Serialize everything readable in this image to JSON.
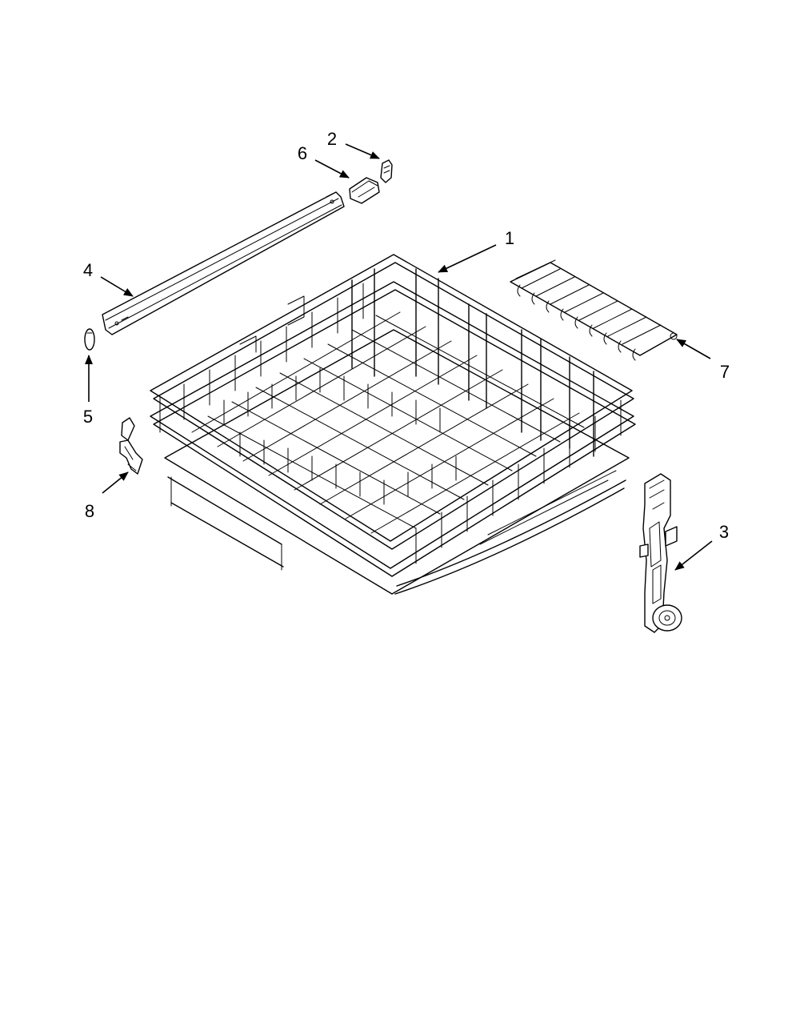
{
  "diagram": {
    "background": "#ffffff",
    "line_color": "#000000",
    "callouts": [
      {
        "id": "1",
        "label": "1",
        "part": "upper-dishrack"
      },
      {
        "id": "2",
        "label": "2",
        "part": "end-clip"
      },
      {
        "id": "3",
        "label": "3",
        "part": "rack-adjuster"
      },
      {
        "id": "4",
        "label": "4",
        "part": "rack-track-rail"
      },
      {
        "id": "5",
        "label": "5",
        "part": "track-stop-pin"
      },
      {
        "id": "6",
        "label": "6",
        "part": "end-cap"
      },
      {
        "id": "7",
        "label": "7",
        "part": "tine-row"
      },
      {
        "id": "8",
        "label": "8",
        "part": "clip"
      }
    ]
  }
}
